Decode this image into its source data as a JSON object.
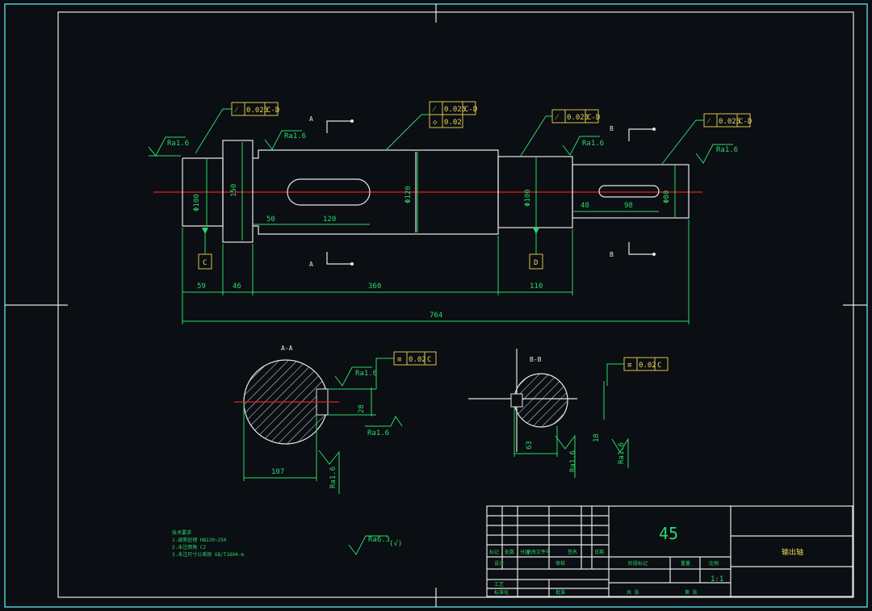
{
  "shaft": {
    "overall_length": "764",
    "lengths": [
      "59",
      "46",
      "360",
      "110"
    ],
    "keyway_a": {
      "offset": "50",
      "length": "120"
    },
    "keyway_b": {
      "offset": "48",
      "length": "98"
    },
    "dia_left": "Φ100",
    "dia_collar": "150",
    "dia_mid": "Φ120",
    "dia_right_journal": "Φ100",
    "dia_end": "Φ80",
    "datum_c": "C",
    "datum_d": "D",
    "section_a_mark": "A",
    "section_b_mark": "B"
  },
  "tolerances": {
    "fcf1": {
      "sym": "⁄",
      "val": "0.025",
      "ref": "C-D"
    },
    "fcf2a": {
      "sym": "⁄",
      "val": "0.025",
      "ref": "C-D"
    },
    "fcf2b": {
      "sym": "◇",
      "val": "0.02"
    },
    "fcf3": {
      "sym": "⁄",
      "val": "0.025",
      "ref": "C-D"
    },
    "fcf4": {
      "sym": "⁄",
      "val": "0.025",
      "ref": "C-D"
    },
    "fcf5": {
      "sym": "≡",
      "val": "0.02",
      "ref": "C"
    },
    "fcf6": {
      "sym": "≡",
      "val": "0.02",
      "ref": "C"
    }
  },
  "roughness": {
    "r1": "Ra1.6",
    "r2": "Ra1.6",
    "r3": "Ra1.6",
    "r4": "Ra1.6",
    "r5": "Ra1.6",
    "r6": "Ra1.6",
    "r7": "Ra1.6",
    "r8": "Ra1.6",
    "r9": "Ra1.6",
    "general": "Ra6.3",
    "general_suffix": "(√)"
  },
  "sections": {
    "a_title": "A-A",
    "a_width": "107",
    "a_key": "28",
    "b_title": "B-B",
    "b_width": "63",
    "b_key": "18"
  },
  "notes": [
    "技术要求",
    "1.调质处理 HB220~250",
    "2.未注倒角 C2",
    "3.未注尺寸公差按 GB/T1804-m"
  ],
  "title_block": {
    "material": "45",
    "part_name": "输出轴",
    "scale": "1:1",
    "stage_label": "阶段标记",
    "weight_label": "重量",
    "scale_label": "比例",
    "cell_labels": [
      "标记",
      "处数",
      "分区",
      "更改文件号",
      "签名",
      "日期",
      "设计",
      "审核",
      "工艺",
      "标准化",
      "批准",
      "共 张",
      "第 张"
    ]
  }
}
